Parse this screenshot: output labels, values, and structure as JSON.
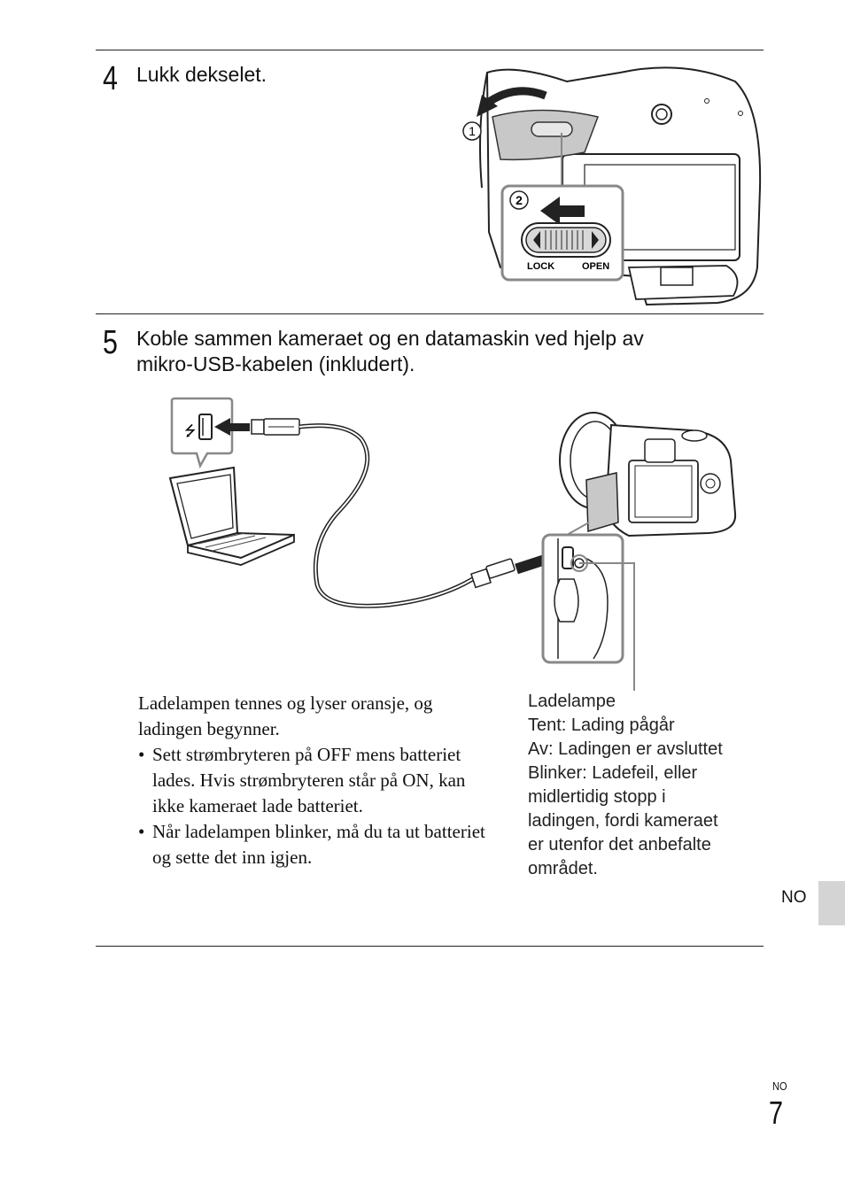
{
  "step4": {
    "number": "4",
    "title": "Lukk dekselet.",
    "figure": {
      "callout_1": "1",
      "callout_2": "2",
      "lock_label": "LOCK",
      "open_label": "OPEN"
    }
  },
  "step5": {
    "number": "5",
    "title_line1": "Koble sammen kameraet og en datamaskin ved hjelp av",
    "title_line2": "mikro-USB-kabelen (inkludert)."
  },
  "note": {
    "intro": "Ladelampen tennes og lyser oransje, og ladingen begynner.",
    "bullet_symbol": "•",
    "bullets": [
      "Sett strømbryteren på OFF mens batteriet lades. Hvis strømbryteren står på ON, kan ikke kameraet lade batteriet.",
      "Når ladelampen blinker, må du ta ut batteriet og sette det inn igjen."
    ]
  },
  "lamp": {
    "title": "Ladelampe",
    "lines": [
      "Tent: Lading pågår",
      "Av: Ladingen er avsluttet",
      "Blinker: Ladefeil, eller\nmidlertidig stopp i\nladingen, fordi kameraet\ner utenfor det anbefalte\nområdet."
    ]
  },
  "side_tab": {
    "label": "NO"
  },
  "page": {
    "lang": "NO",
    "number": "7"
  }
}
